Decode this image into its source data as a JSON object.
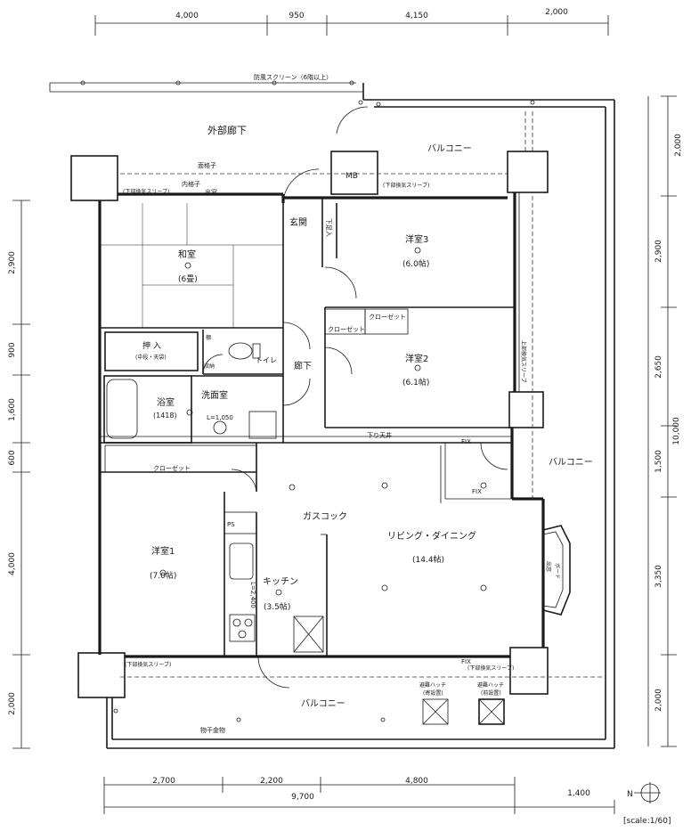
{
  "dimensions": {
    "top": [
      "4,000",
      "950",
      "4,150",
      "2,000"
    ],
    "bottom": [
      "2,700",
      "2,200",
      "4,800"
    ],
    "bottom_total": "9,700",
    "bottom_right": "1,400",
    "left": [
      "2,900",
      "900",
      "1,600",
      "600",
      "4,000",
      "2,000"
    ],
    "right": [
      "2,000",
      "2,900",
      "2,650",
      "1,500",
      "3,350",
      "2,000"
    ],
    "right_total": "10,000"
  },
  "labels": {
    "windscreen": "防風スクリーン（6階以上）",
    "corridor": "外部廊下",
    "balcony_top": "バルコニー",
    "balcony_right": "バルコニー",
    "balcony_bottom": "バルコニー",
    "mb": "MB",
    "railing": "面格子",
    "inner_railing": "内格子",
    "window_label": "出窓",
    "sleeve_top_left": "(下部換気スリーブ)",
    "sleeve_top_right": "(下部換気スリーブ)",
    "sleeve_right": "上部換気スリーブ",
    "sleeve_bottom_left": "(下部換気スリーブ)",
    "sleeve_bottom_right": "(下部換気スリーブ)",
    "genkan": "玄関",
    "shoe": "下足入",
    "washitsu": "和室",
    "washitsu_size": "(6畳)",
    "yoshitsu3": "洋室3",
    "yoshitsu3_size": "(6.0帖)",
    "oshiire": "押 入",
    "oshiire_sub": "(中段・天袋)",
    "toilet": "トイレ",
    "shelf": "棚",
    "storage_small": "収納",
    "closet1": "クローゼット",
    "closet2": "クローゼット",
    "yoshitsu2": "洋室2",
    "yoshitsu2_size": "(6.1帖)",
    "hallway": "廊下",
    "bath": "浴室",
    "bath_size": "(1418)",
    "washroom": "洗面室",
    "basin": "L=1,050",
    "ceiling_lower": "下り天井",
    "fix1": "FIX",
    "fix2": "FIX",
    "fix3": "FIX",
    "closet_bottom": "クローゼット",
    "gas_cock": "ガスコック",
    "ps": "PS",
    "living": "リビング・ダイニング",
    "living_size": "(14.4帖)",
    "kitchen": "キッチン",
    "kitchen_size": "(3.5帖)",
    "counter_len": "L=2,400",
    "yoshitsu1": "洋室1",
    "yoshitsu1_size": "(7.0帖)",
    "bay_desk": "出窓",
    "bay_side": "ボード",
    "hatch1": "避難ハッチ",
    "hatch1_sub": "(寄設置)",
    "hatch2": "避難ハッチ",
    "hatch2_sub": "(前設置)",
    "drying": "物干金物",
    "scale": "[scale:1/60]"
  }
}
